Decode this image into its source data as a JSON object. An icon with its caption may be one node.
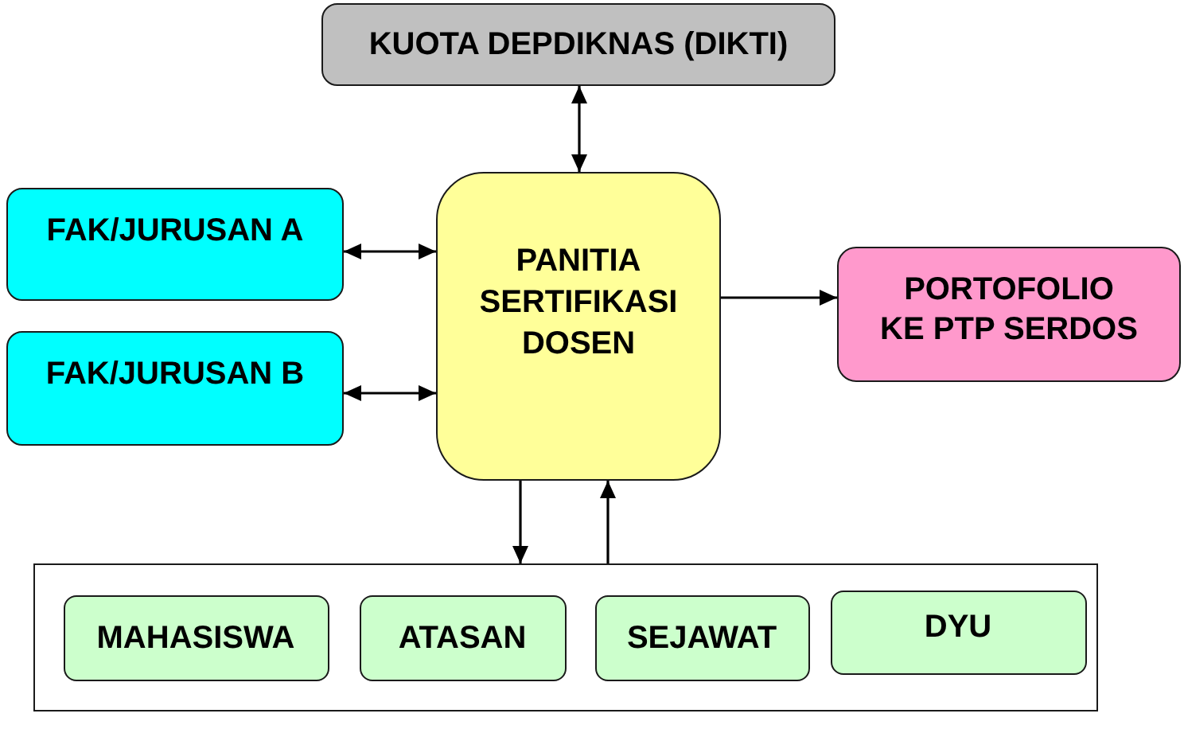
{
  "diagram": {
    "nodes": [
      {
        "text": [
          "KUOTA DEPDIKNAS (DIKTI)"
        ]
      },
      {
        "text": [
          "FAK/JURUSAN A"
        ]
      },
      {
        "text": [
          "FAK/JURUSAN B"
        ]
      },
      {
        "text": [
          "PANITIA SERTIFIKASI DOSEN"
        ]
      },
      {
        "text": [
          "PORTOFOLIO KE PTP SERDOS"
        ]
      },
      {
        "text": [],
        "shape": "box"
      },
      {
        "text": [
          "MAHASISWA"
        ],
        "in": 5
      },
      {
        "text": [
          "ATASAN"
        ],
        "in": 5
      },
      {
        "text": [
          "SEJAWAT"
        ],
        "in": 5
      },
      {
        "text": [
          "DYU"
        ],
        "in": 5
      }
    ],
    "edges": [
      {
        "from": 0,
        "to": 3,
        "arrow": "both"
      },
      {
        "from": 1,
        "to": 3,
        "arrow": "both"
      },
      {
        "from": 2,
        "to": 3,
        "arrow": "both"
      },
      {
        "from": 3,
        "to": 4,
        "arrow": "to"
      },
      {
        "from": 3,
        "to": 5,
        "arrow": "to"
      },
      {
        "from": 5,
        "to": 3,
        "arrow": "to"
      }
    ]
  }
}
